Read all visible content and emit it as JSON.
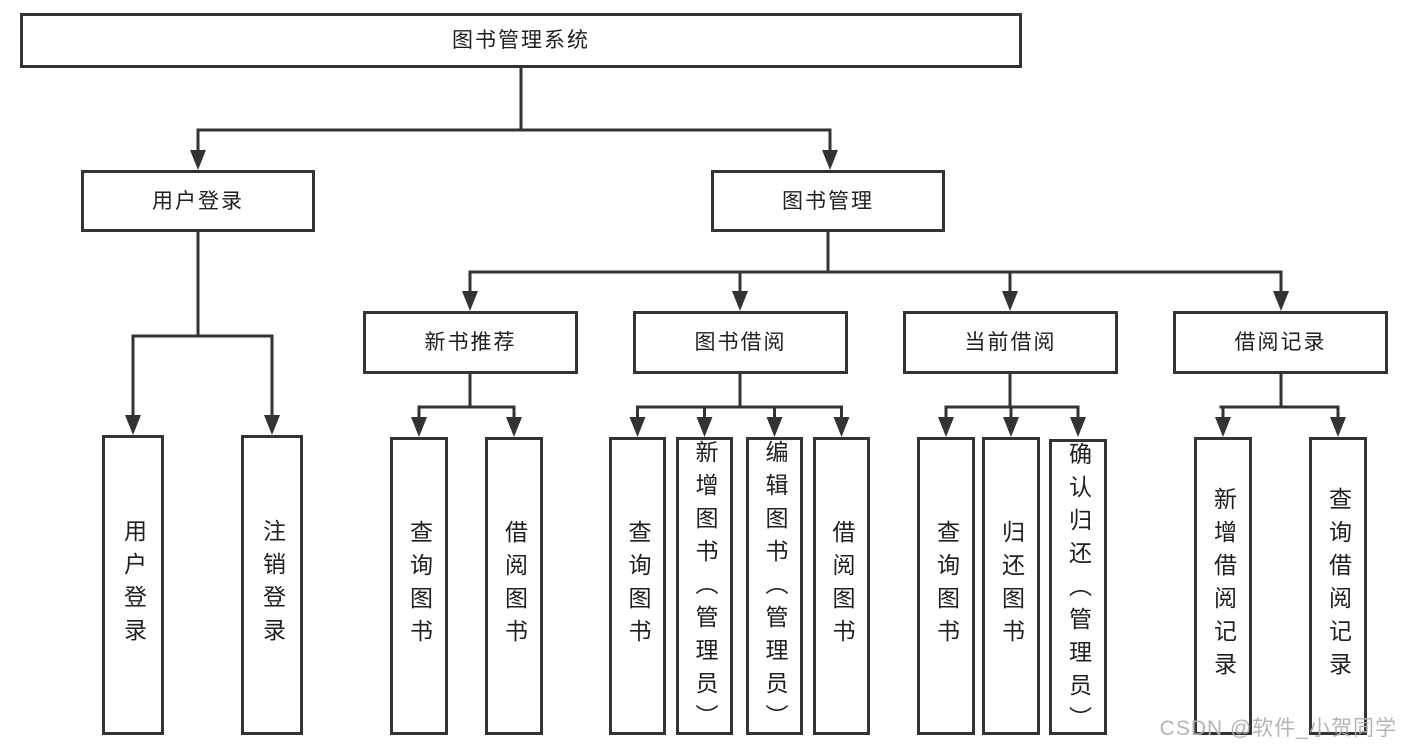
{
  "diagram": {
    "title": "图书管理系统",
    "children": [
      {
        "label": "用户登录",
        "children": [
          {
            "label": "用户登录"
          },
          {
            "label": "注销登录"
          }
        ]
      },
      {
        "label": "图书管理",
        "children": [
          {
            "label": "新书推荐",
            "children": [
              {
                "label": "查询图书"
              },
              {
                "label": "借阅图书"
              }
            ]
          },
          {
            "label": "图书借阅",
            "children": [
              {
                "label": "查询图书"
              },
              {
                "label": "新增图书（管理员）"
              },
              {
                "label": "编辑图书（管理员）"
              },
              {
                "label": "借阅图书"
              }
            ]
          },
          {
            "label": "当前借阅",
            "children": [
              {
                "label": "查询图书"
              },
              {
                "label": "归还图书"
              },
              {
                "label": "确认归还（管理员）"
              }
            ]
          },
          {
            "label": "借阅记录",
            "children": [
              {
                "label": "新增借阅记录"
              },
              {
                "label": "查询借阅记录"
              }
            ]
          }
        ]
      }
    ]
  },
  "watermark": {
    "text": "CSDN @软件_小贺同学"
  },
  "colors": {
    "line": "#333333",
    "text": "#1f1f1f",
    "background": "#ffffff",
    "watermark": "#b1b1b1"
  }
}
